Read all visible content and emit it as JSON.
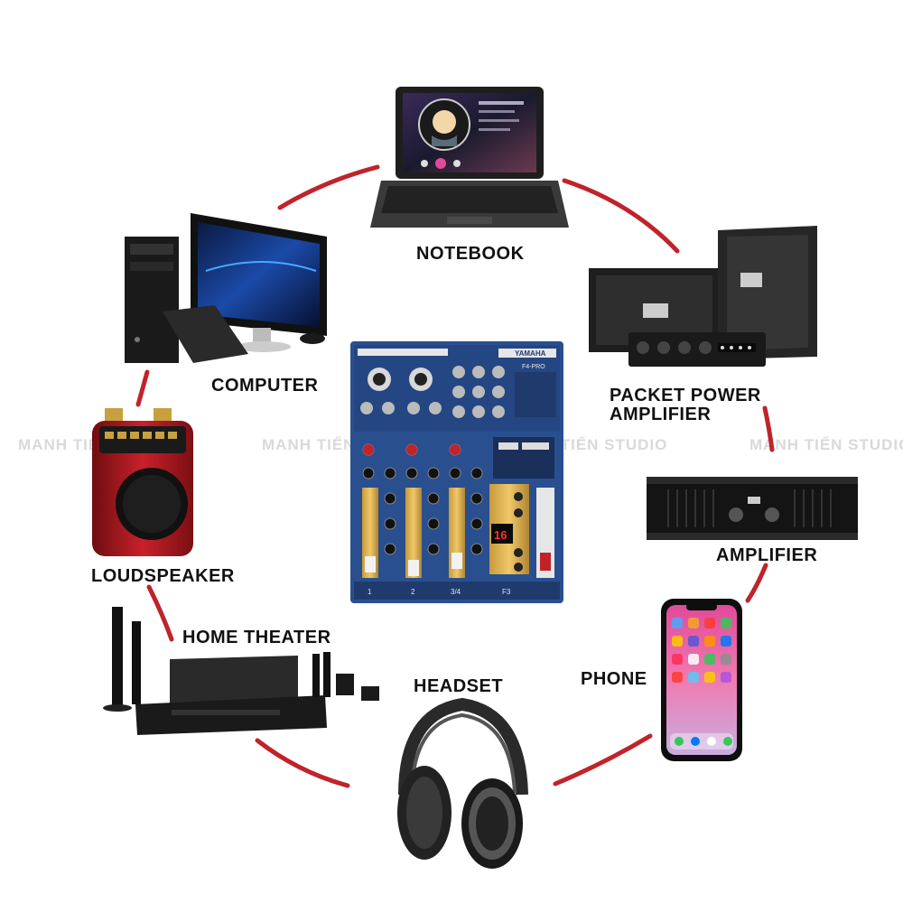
{
  "devices": [
    {
      "id": "notebook",
      "label": "NOTEBOOK"
    },
    {
      "id": "computer",
      "label": "COMPUTER"
    },
    {
      "id": "packet_power_amplifier",
      "label_line1": "PACKET POWER",
      "label_line2": "AMPLIFIER"
    },
    {
      "id": "loudspeaker",
      "label": "LOUDSPEAKER"
    },
    {
      "id": "amplifier",
      "label": "AMPLIFIER"
    },
    {
      "id": "home_theater",
      "label": "HOME THEATER"
    },
    {
      "id": "headset",
      "label": "HEADSET"
    },
    {
      "id": "phone",
      "label": "PHONE"
    }
  ],
  "mixer": {
    "brand": "YAMAHA",
    "model": "F4-PRO",
    "display": "16",
    "channel_labels": [
      "1",
      "2",
      "3/4",
      "F3"
    ]
  },
  "watermark": [
    "MANH TIẾN STUDIO",
    "MANH TIẾN STUDIO",
    "MANH TIẾN STUDIO",
    "MANH TIẾN STUDIO"
  ],
  "colors": {
    "connector": "#c0232a",
    "mixer_body": "#2a4f8f",
    "label": "#111111"
  }
}
